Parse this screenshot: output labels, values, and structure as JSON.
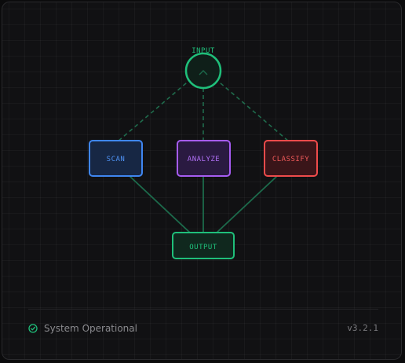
{
  "diagram": {
    "nodes": {
      "input": {
        "label": "INPUT",
        "color": "#1fbf7a"
      },
      "scan": {
        "label": "SCAN",
        "color": "#3f86f0"
      },
      "analyze": {
        "label": "ANALYZE",
        "color": "#a65cf2"
      },
      "classify": {
        "label": "CLASSIFY",
        "color": "#ee4b4b"
      },
      "output": {
        "label": "OUTPUT",
        "color": "#1fbf7a"
      }
    },
    "edges": [
      {
        "from": "input",
        "to": "scan",
        "style": "dashed"
      },
      {
        "from": "input",
        "to": "analyze",
        "style": "dashed"
      },
      {
        "from": "input",
        "to": "classify",
        "style": "dashed"
      },
      {
        "from": "scan",
        "to": "output",
        "style": "solid"
      },
      {
        "from": "analyze",
        "to": "output",
        "style": "solid"
      },
      {
        "from": "classify",
        "to": "output",
        "style": "solid"
      }
    ]
  },
  "footer": {
    "status_text": "System Operational",
    "status_icon": "check-circle-icon",
    "status_color": "#1fbf7a",
    "version": "v3.2.1"
  }
}
